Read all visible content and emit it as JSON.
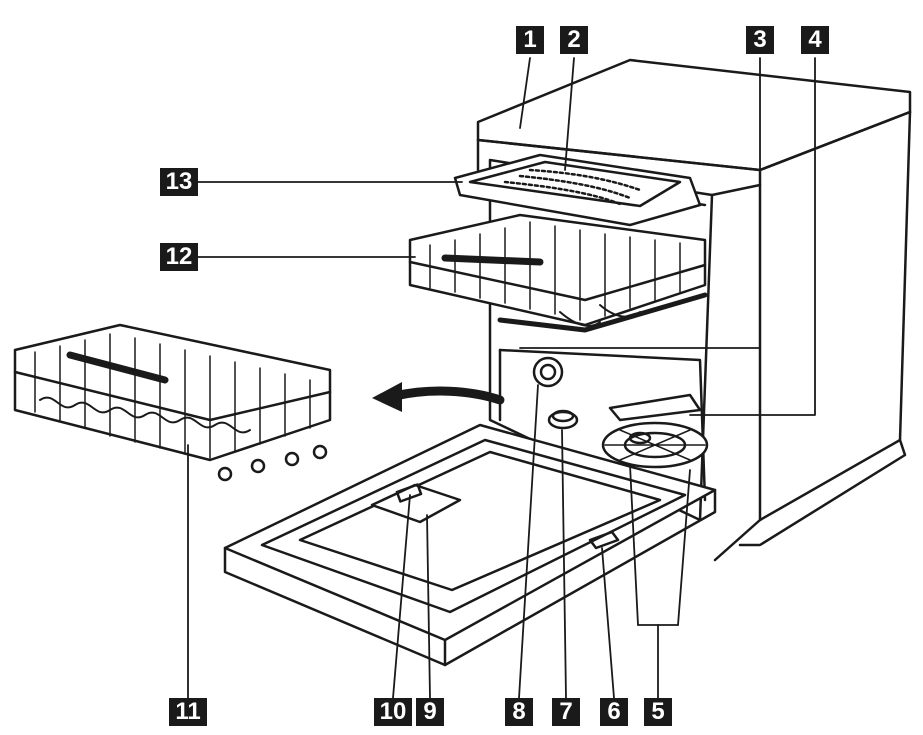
{
  "callouts": {
    "c1": "1",
    "c2": "2",
    "c3": "3",
    "c4": "4",
    "c5": "5",
    "c6": "6",
    "c7": "7",
    "c8": "8",
    "c9": "9",
    "c10": "10",
    "c11": "11",
    "c12": "12",
    "c13": "13"
  },
  "colors": {
    "line": "#1a1a1a",
    "label_bg": "#1a1a1a",
    "label_text": "#ffffff",
    "background": "#ffffff"
  },
  "icons": [
    "dishwasher-illustration",
    "removed-basket-illustration",
    "curved-arrow-icon"
  ]
}
